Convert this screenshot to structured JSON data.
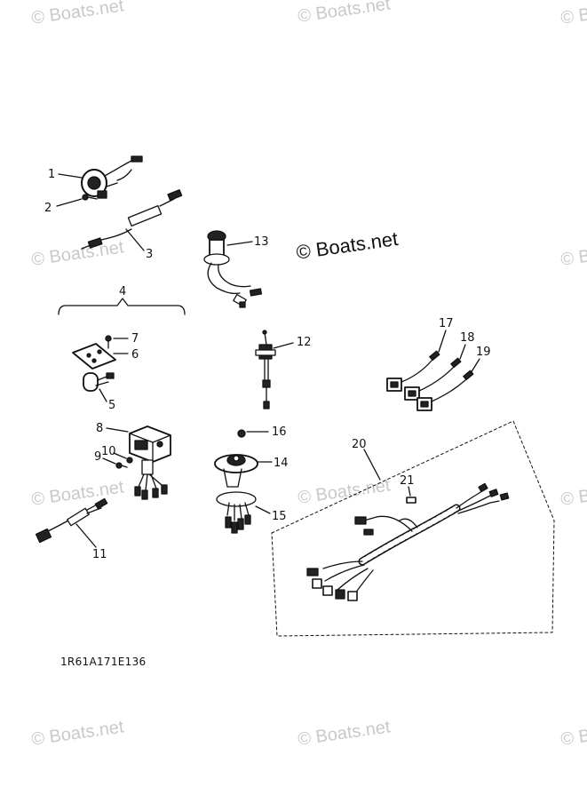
{
  "watermark": "© Boats.net",
  "diagram_code": "1R61A171E136",
  "callouts": {
    "c1": "1",
    "c2": "2",
    "c3": "3",
    "c4": "4",
    "c5": "5",
    "c6": "6",
    "c7": "7",
    "c8": "8",
    "c9": "9",
    "c10": "10",
    "c11": "11",
    "c12": "12",
    "c13": "13",
    "c14": "14",
    "c15": "15",
    "c16": "16",
    "c17": "17",
    "c18": "18",
    "c19": "19",
    "c20": "20",
    "c21": "21"
  }
}
